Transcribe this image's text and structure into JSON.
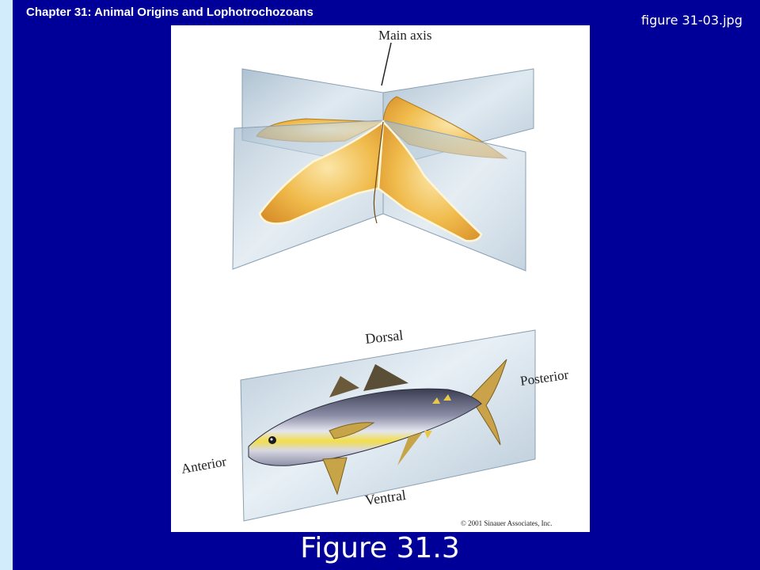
{
  "slide": {
    "chapter_title": "Chapter 31: Animal Origins and Lophotrochozoans",
    "file_name": "figure 31-03.jpg",
    "caption": "Figure 31.3"
  },
  "figure": {
    "main_axis_label": "Main axis",
    "dorsal_label": "Dorsal",
    "posterior_label": "Posterior",
    "anterior_label": "Anterior",
    "ventral_label": "Ventral",
    "copyright": "© 2001 Sinauer Associates, Inc."
  },
  "colors": {
    "background": "#000099",
    "strip": "#d2ecfb",
    "plane": "#a8bfd2",
    "starfish": "#e9b03e"
  }
}
